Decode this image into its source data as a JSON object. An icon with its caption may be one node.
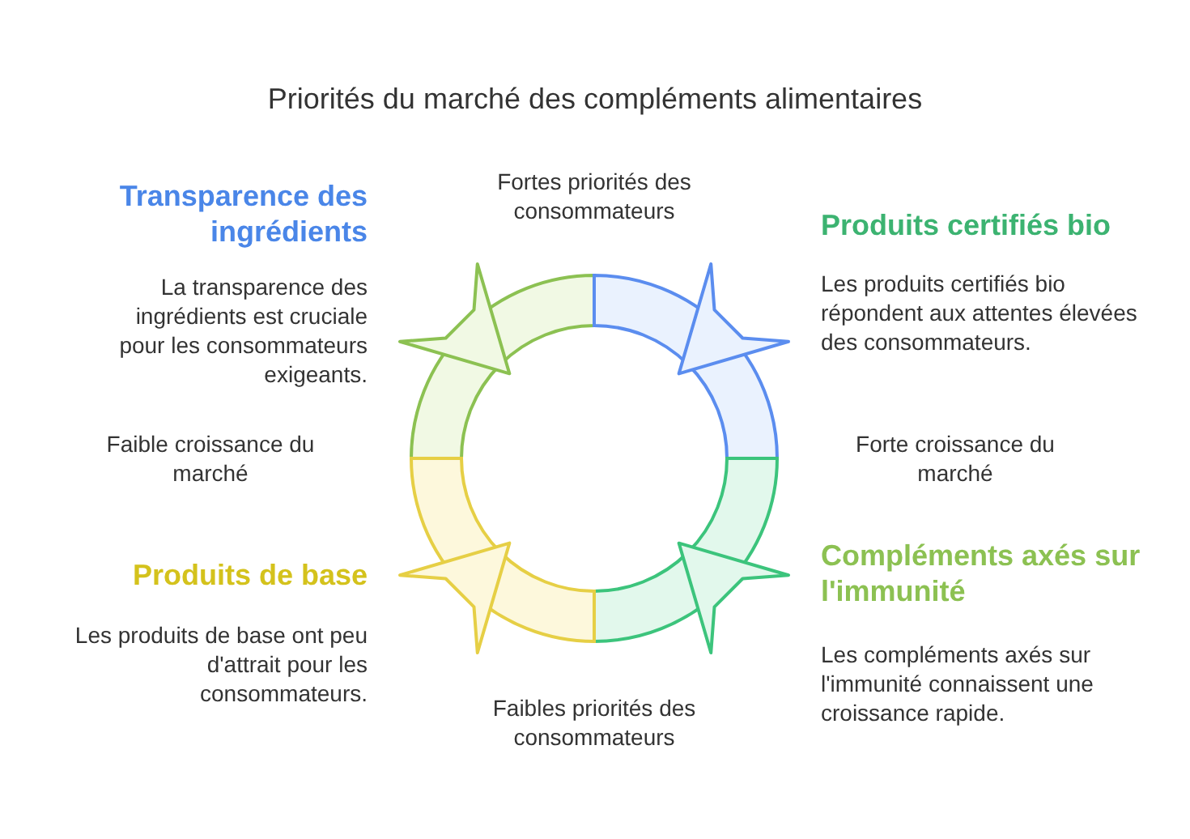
{
  "diagram": {
    "title": "Priorités du marché des compléments alimentaires",
    "labels": [
      "Transparence des ingrédients",
      "Fortes priorités des consommateurs",
      "Produits certifiés bio",
      "La transparence des ingrédients est cruciale pour les consommateurs exigeants.",
      "Les produits certifiés bio répondent aux attentes élevées des consommateurs.",
      "Faible croissance du marché",
      "Forte croissance du marché",
      "Produits de base",
      "Compléments axés sur l'immunité",
      "Les produits de base ont peu d'attrait pour les consommateurs.",
      "Les compléments axés sur l'immunité connaissent une croissance rapide.",
      "Faibles priorités des consommateurs"
    ]
  }
}
